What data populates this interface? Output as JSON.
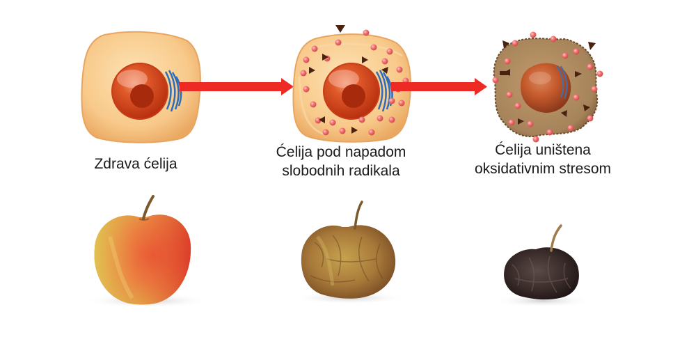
{
  "captions": {
    "healthy_cell": "Zdrava ćelija",
    "attacked_cell_line1": "Ćelija pod napadom",
    "attacked_cell_line2": "slobodnih radikala",
    "destroyed_cell_line1": "Ćelija uništena",
    "destroyed_cell_line2": "oksidativnim stresom"
  },
  "colors": {
    "arrow": "#ee2a24",
    "cytoplasm": "#f7c684",
    "nucleus": "#d9461c",
    "radical_dot": "#f06b6b",
    "radical_triangle": "#4a2210",
    "damaged_cell": "#a58158"
  }
}
